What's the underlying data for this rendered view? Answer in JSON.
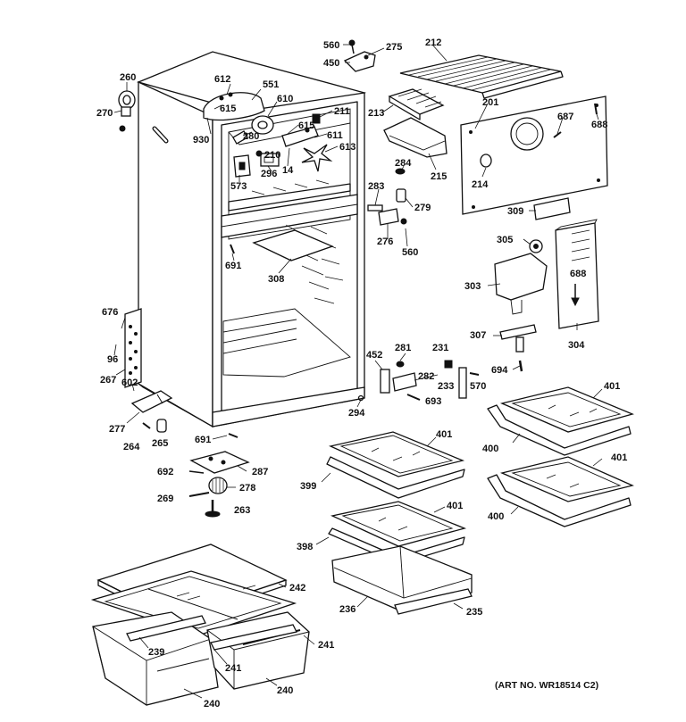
{
  "art_number": "(ART NO. WR18514 C2)",
  "labels": [
    "560",
    "275",
    "212",
    "450",
    "260",
    "612",
    "551",
    "270",
    "615",
    "610",
    "211",
    "930",
    "280",
    "615",
    "611",
    "210",
    "613",
    "296",
    "14",
    "573",
    "201",
    "687",
    "688",
    "213",
    "284",
    "215",
    "214",
    "283",
    "279",
    "309",
    "276",
    "560",
    "691",
    "308",
    "305",
    "688",
    "303",
    "676",
    "96",
    "267",
    "602",
    "452",
    "281",
    "231",
    "307",
    "282",
    "233",
    "570",
    "694",
    "304",
    "693",
    "294",
    "277",
    "401",
    "264",
    "265",
    "691",
    "401",
    "400",
    "692",
    "287",
    "399",
    "401",
    "269",
    "278",
    "263",
    "401",
    "400",
    "398",
    "242",
    "236",
    "235",
    "239",
    "241",
    "241",
    "240",
    "240"
  ]
}
